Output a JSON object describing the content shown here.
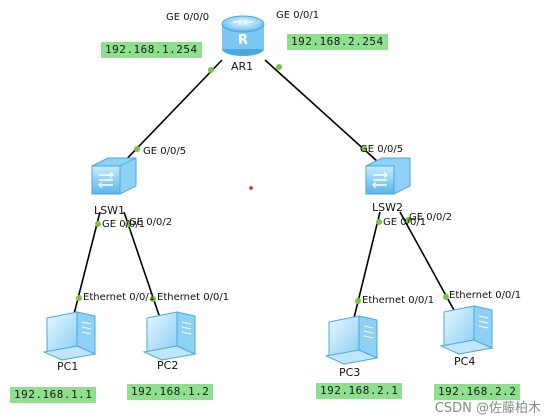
{
  "devices": {
    "router": {
      "name": "AR1"
    },
    "switch1": {
      "name": "LSW1"
    },
    "switch2": {
      "name": "LSW2"
    },
    "pc1": {
      "name": "PC1"
    },
    "pc2": {
      "name": "PC2"
    },
    "pc3": {
      "name": "PC3"
    },
    "pc4": {
      "name": "PC4"
    }
  },
  "ports": {
    "ar1_g000": "GE 0/0/0",
    "ar1_g001": "GE 0/0/1",
    "lsw1_up": "GE 0/0/5",
    "lsw2_up": "GE 0/0/5",
    "lsw1_p1": "GE 0/0/1",
    "lsw1_p2": "GE 0/0/2",
    "lsw2_p1": "GE 0/0/1",
    "lsw2_p2": "GE 0/0/2",
    "pc1_eth": "Ethernet 0/0/1",
    "pc2_eth": "Ethernet 0/0/1",
    "pc3_eth": "Ethernet 0/0/1",
    "pc4_eth": "Ethernet 0/0/1"
  },
  "ips": {
    "gw1": "192.168.1.254",
    "gw2": "192.168.2.254",
    "pc1": "192.168.1.1",
    "pc2": "192.168.1.2",
    "pc3": "192.168.2.1",
    "pc4": "192.168.2.2"
  },
  "watermark": "CSDN @佐藤柏木",
  "colors": {
    "ip_highlight": "#8ee08e",
    "link_dot": "#7cc242",
    "device_blue": "#3aa7e8"
  }
}
